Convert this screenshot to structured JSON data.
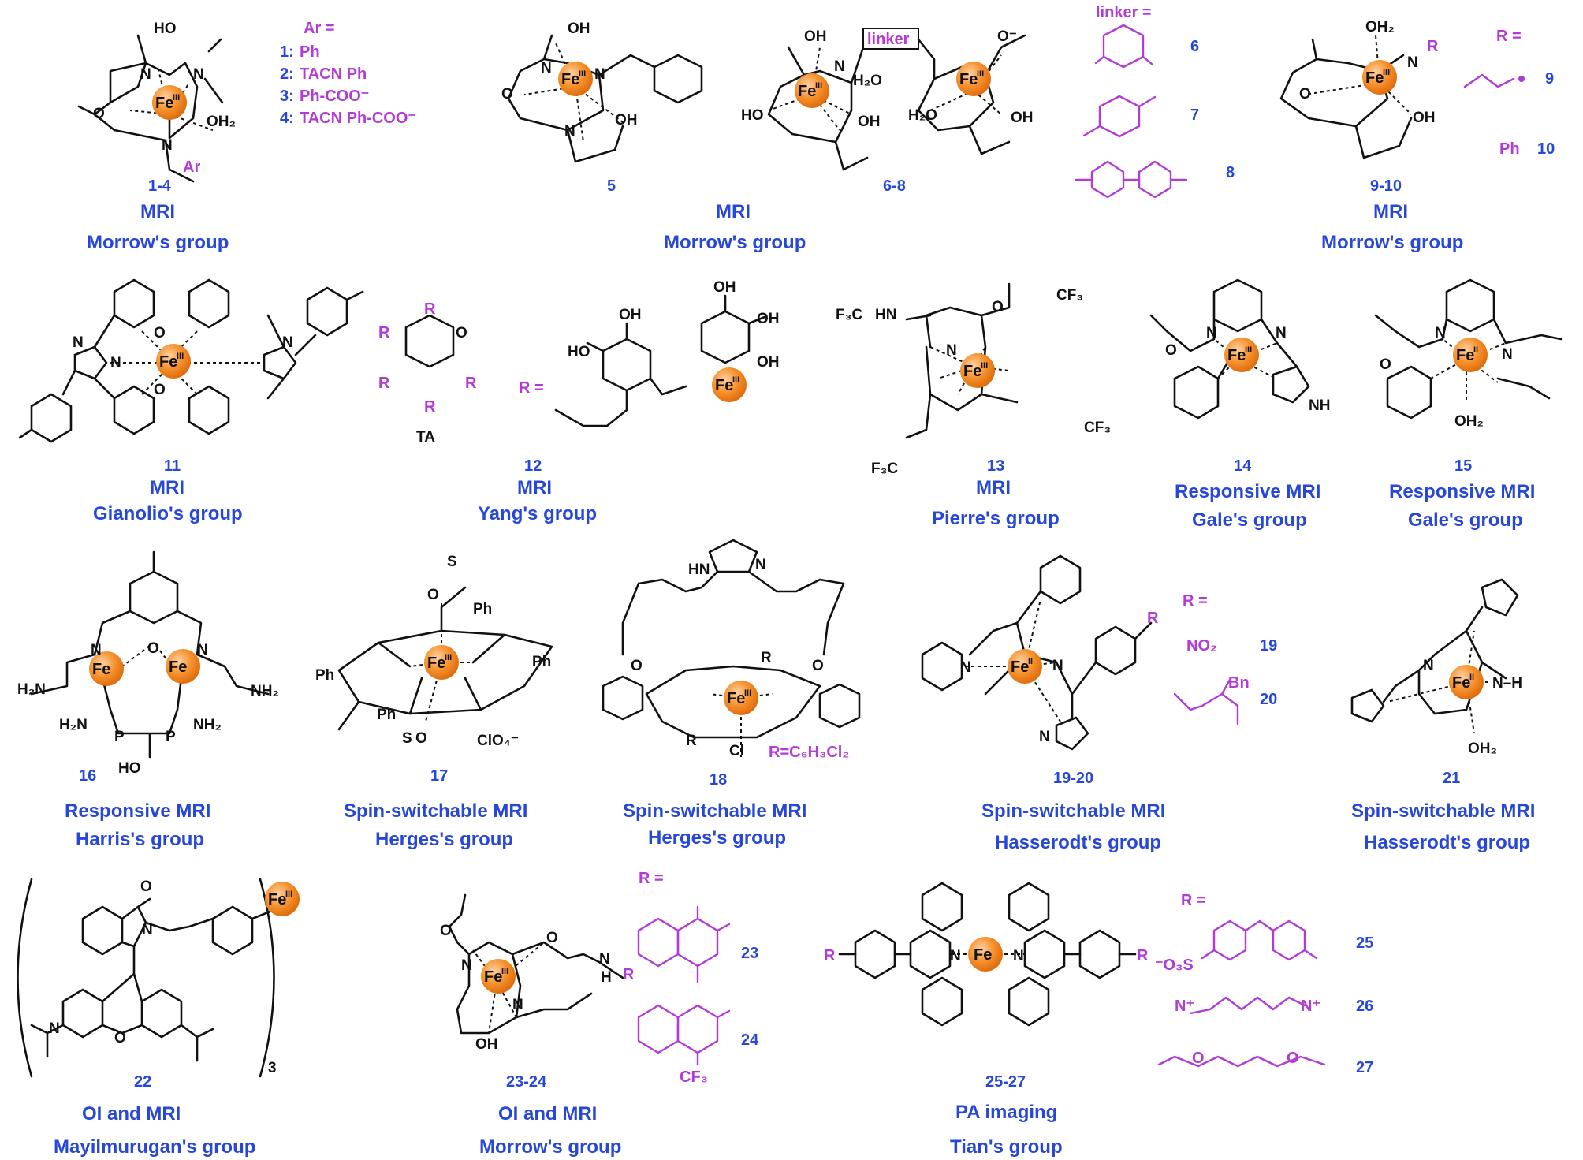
{
  "colors": {
    "caption": "#2747d8",
    "substituent": "#b23ad6",
    "iron": "#f28c28",
    "bond": "#111111"
  },
  "iron": {
    "symbol": "Fe",
    "ox3": "III",
    "ox2": "II"
  },
  "row1": {
    "c1": {
      "ar_header": "Ar =",
      "ar_items": [
        {
          "num": "1:",
          "name": "Ph"
        },
        {
          "num": "2:",
          "name": "TACN Ph"
        },
        {
          "num": "3:",
          "name": "Ph-COO⁻"
        },
        {
          "num": "4:",
          "name": "TACN Ph-COO⁻"
        }
      ],
      "ring_labels": [
        "HO",
        "O",
        "N",
        "N",
        "N",
        "OH₂",
        "Ar"
      ],
      "compound": "1-4",
      "use": "MRI",
      "group": "Morrow's group"
    },
    "c5": {
      "ring_labels": [
        "OH",
        "O",
        "N",
        "N",
        "N",
        "OH"
      ],
      "compound": "5"
    },
    "c6": {
      "linker_box": "linker",
      "ring_labels": [
        "OH",
        "HO",
        "N",
        "H₂O",
        "OH",
        "O⁻",
        "H₂O",
        "OH"
      ],
      "compound": "6-8",
      "use": "MRI",
      "group": "Morrow's group",
      "linker_header": "linker =",
      "linker_nums": [
        "6",
        "7",
        "8"
      ]
    },
    "c9": {
      "ring_labels": [
        "OH₂",
        "O",
        "N",
        "R",
        "OH"
      ],
      "r_header": "R =",
      "r_items": [
        {
          "name": "",
          "num": "9"
        },
        {
          "name": "Ph",
          "num": "10"
        }
      ],
      "compound": "9-10",
      "use": "MRI",
      "group": "Morrow's group"
    }
  },
  "row2": {
    "c11": {
      "ring_labels": [
        "N",
        "N",
        "N",
        "O",
        "O"
      ],
      "compound": "11",
      "use": "MRI",
      "group": "Gianolio's group"
    },
    "c12": {
      "ta_label": "TA",
      "r_label": "R =",
      "ring_labels": [
        "R",
        "O",
        "OH",
        "HO",
        "OH"
      ],
      "compound": "12",
      "use": "MRI",
      "group": "Yang's group"
    },
    "c13": {
      "ring_labels": [
        "F₃C",
        "HN",
        "O",
        "N",
        "CF₃"
      ],
      "compound": "13",
      "use": "MRI",
      "group": "Pierre's group"
    },
    "c14": {
      "ring_labels": [
        "O",
        "N",
        "NH"
      ],
      "compound": "14",
      "use": "Responsive MRI",
      "group": "Gale's group"
    },
    "c15": {
      "ring_labels": [
        "O",
        "N",
        "OH₂"
      ],
      "compound": "15",
      "use": "Responsive MRI",
      "group": "Gale's group"
    }
  },
  "row3": {
    "c16": {
      "ring_labels": [
        "N",
        "O",
        "H₂N",
        "NH₂",
        "HO",
        "P"
      ],
      "compound": "16",
      "use": "Responsive MRI",
      "group": "Harris's group"
    },
    "c17": {
      "ring_labels": [
        "Ph",
        "Ph",
        "Ph",
        "Ph",
        "S",
        "O",
        "ClO₄⁻"
      ],
      "compound": "17",
      "use": "Spin-switchable MRI",
      "group": "Herges's group"
    },
    "c18": {
      "ring_labels": [
        "HN",
        "N",
        "R",
        "R",
        "Cl",
        "O"
      ],
      "r_note": "R=C₆H₃Cl₂",
      "compound": "18",
      "use": "Spin-switchable MRI",
      "group": "Herges's group"
    },
    "c19": {
      "r_header": "R =",
      "r_items": [
        {
          "name": "NO₂",
          "num": "19"
        },
        {
          "name": "Bn",
          "num": "20"
        }
      ],
      "ring_labels": [
        "N",
        "N",
        "N",
        "R"
      ],
      "compound": "19-20",
      "use": "Spin-switchable MRI",
      "group": "Hasserodt's group"
    },
    "c21": {
      "ring_labels": [
        "N",
        "N–H",
        "OH₂"
      ],
      "compound": "21",
      "use": "Spin-switchable MRI",
      "group": "Hasserodt's group"
    }
  },
  "row4": {
    "c22": {
      "ring_labels": [
        "O",
        "N",
        "N",
        "O"
      ],
      "subscript": "3",
      "compound": "22",
      "use": "OI and MRI",
      "group": "Mayilmurugan's group"
    },
    "c23": {
      "r_header": "R =",
      "r_items": [
        {
          "name": "",
          "num": "23"
        },
        {
          "name": "CF₃",
          "num": "24"
        }
      ],
      "ring_labels": [
        "O",
        "N",
        "OH",
        "H",
        "R"
      ],
      "compound": "23-24",
      "use": "OI and MRI",
      "group": "Morrow's group"
    },
    "c25": {
      "ring_labels": [
        "R",
        "R",
        "N"
      ],
      "r_header": "R =",
      "r_items": [
        {
          "name": "⁻O₃S",
          "num": "25"
        },
        {
          "name": "N⁺",
          "num": "26"
        },
        {
          "name": "O",
          "num": "27"
        }
      ],
      "compound": "25-27",
      "use": "PA imaging",
      "group": "Tian's group"
    }
  }
}
